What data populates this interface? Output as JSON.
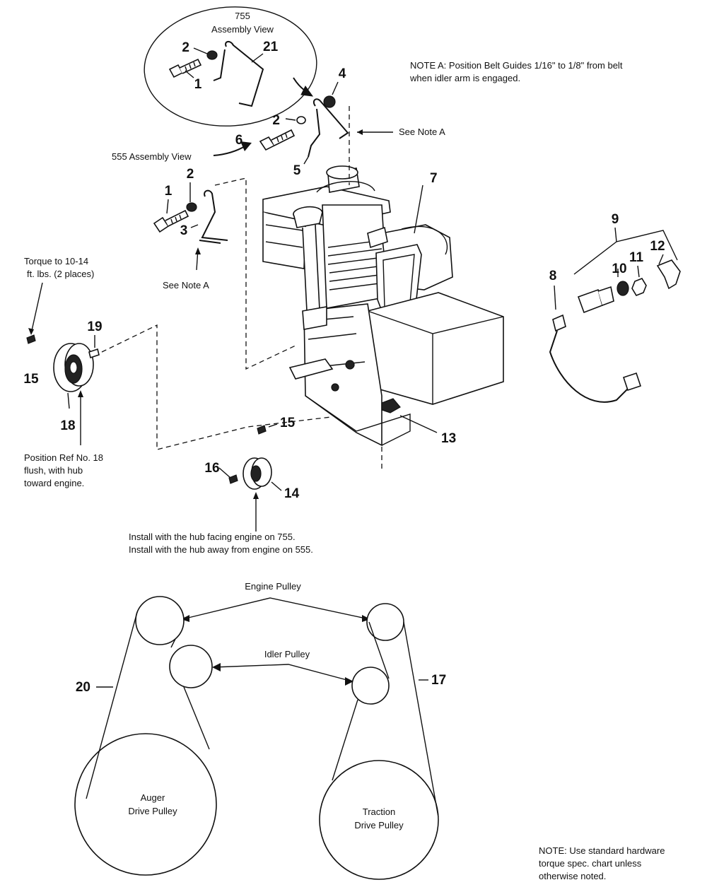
{
  "assembly_755": {
    "line1": "755",
    "line2": "Assembly View"
  },
  "assembly_555": "555 Assembly View",
  "note_a": {
    "line1": "NOTE A: Position Belt Guides 1/16\" to 1/8\" from belt",
    "line2": "when idler arm is engaged."
  },
  "see_note_a": "See Note A",
  "torque": {
    "line1": "Torque to 10-14",
    "line2": "ft. lbs. (2 places)"
  },
  "position_ref": {
    "line1": "Position Ref  No. 18",
    "line2": "flush, with hub",
    "line3": "toward engine."
  },
  "install": {
    "line1": "Install with the hub facing engine on 755.",
    "line2": "Install with the hub away from engine on 555."
  },
  "belt_diagram": {
    "engine_pulley": "Engine Pulley",
    "idler_pulley": "Idler Pulley",
    "auger": {
      "line1": "Auger",
      "line2": "Drive Pulley"
    },
    "traction": {
      "line1": "Traction",
      "line2": "Drive Pulley"
    }
  },
  "note_bottom": {
    "line1": "NOTE: Use standard hardware",
    "line2": "torque spec. chart unless",
    "line3": "otherwise noted."
  },
  "callouts": {
    "n1": "1",
    "n2": "2",
    "n3": "3",
    "n4": "4",
    "n5": "5",
    "n6": "6",
    "n7": "7",
    "n8": "8",
    "n9": "9",
    "n10": "10",
    "n11": "11",
    "n12": "12",
    "n13": "13",
    "n14": "14",
    "n15": "15",
    "n16": "16",
    "n17": "17",
    "n18": "18",
    "n19": "19",
    "n20": "20",
    "n21": "21"
  }
}
